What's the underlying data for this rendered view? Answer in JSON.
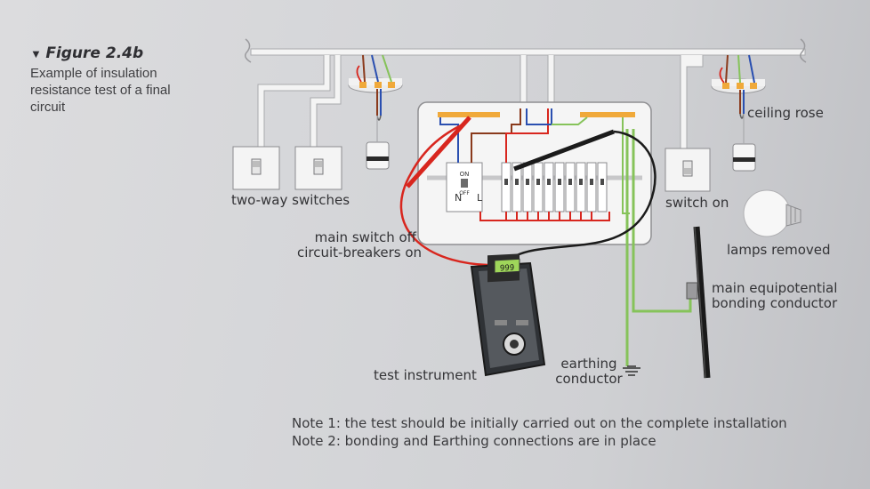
{
  "figure": {
    "title": "Figure 2.4b",
    "description": "Example of insulation resistance test of a final circuit"
  },
  "labels": {
    "ceiling_rose": "ceiling rose",
    "two_way_switches": "two-way switches",
    "switch_on": "switch on",
    "main_switch_off_line1": "main switch off",
    "main_switch_off_line2": "circuit-breakers on",
    "lamps_removed": "lamps removed",
    "bonding_line1": "main equipotential",
    "bonding_line2": "bonding conductor",
    "instrument": "test instrument",
    "earthing_line1": "earthing",
    "earthing_line2": "conductor",
    "meter_display": "999",
    "breaker_on": "ON",
    "breaker_off": "OFF",
    "neutral": "N",
    "live": "L"
  },
  "notes": [
    "Note 1: the test should be initially carried out on the complete installation",
    "Note 2: bonding and Earthing connections are in place"
  ],
  "colors": {
    "cable": "#f4f4f4",
    "red_lead": "#d8261e",
    "black_lead": "#1b1b1b",
    "earth_green": "#86c35a",
    "brown": "#8a3a1c",
    "blue": "#2a4fb0",
    "busbar": "#f0a93a"
  }
}
